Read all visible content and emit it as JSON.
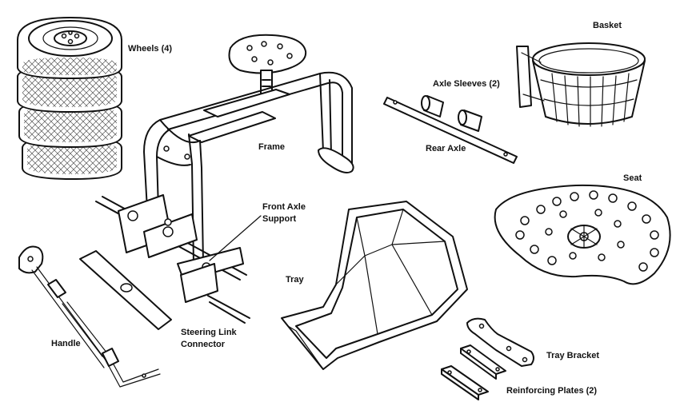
{
  "labels": {
    "wheels": "Wheels (4)",
    "frame": "Frame",
    "axle_sleeves": "Axle Sleeves (2)",
    "rear_axle": "Rear Axle",
    "basket": "Basket",
    "seat": "Seat",
    "front_axle_support_line1": "Front Axle",
    "front_axle_support_line2": "Support",
    "tray": "Tray",
    "handle": "Handle",
    "steering_line1": "Steering Link",
    "steering_line2": "Connector",
    "tray_bracket": "Tray Bracket",
    "reinforcing_plates": "Reinforcing Plates (2)"
  }
}
